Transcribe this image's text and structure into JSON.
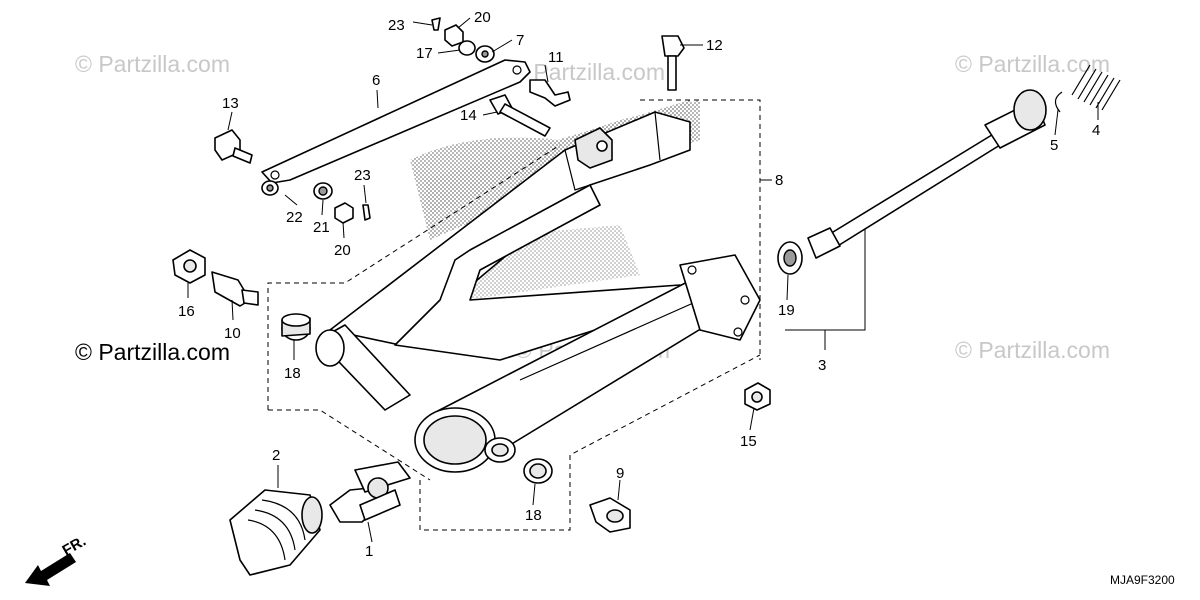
{
  "watermark": {
    "text": "© Partzilla.com",
    "main_text": "© Partzilla.com"
  },
  "diagram_code": "MJA9F3200",
  "front_indicator": "FR.",
  "callouts": {
    "c1": "1",
    "c2": "2",
    "c3": "3",
    "c4": "4",
    "c5": "5",
    "c6": "6",
    "c7": "7",
    "c8": "8",
    "c9": "9",
    "c10": "10",
    "c11": "11",
    "c12": "12",
    "c13": "13",
    "c14": "14",
    "c15": "15",
    "c16": "16",
    "c17": "17",
    "c18a": "18",
    "c18b": "18",
    "c19": "19",
    "c20a": "20",
    "c20b": "20",
    "c21": "21",
    "c22": "22",
    "c23a": "23",
    "c23b": "23"
  }
}
